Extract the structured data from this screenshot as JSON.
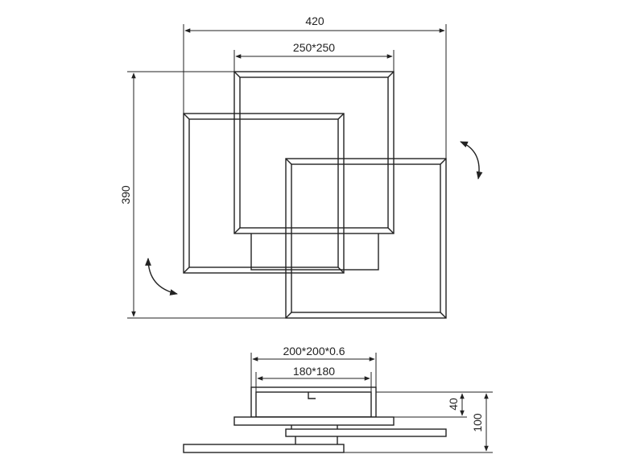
{
  "top_view": {
    "width_label": "420",
    "frame_label": "250*250",
    "height_label": "390"
  },
  "side_view": {
    "base_label": "200*200*0.6",
    "inner_label": "180*180",
    "box_height_label": "40",
    "total_height_label": "100"
  },
  "icons": [
    "rotate-arrow-icon",
    "rotate-arrow-icon"
  ],
  "colors": {
    "line": "#222222",
    "frame_fill": "#ffffff"
  }
}
